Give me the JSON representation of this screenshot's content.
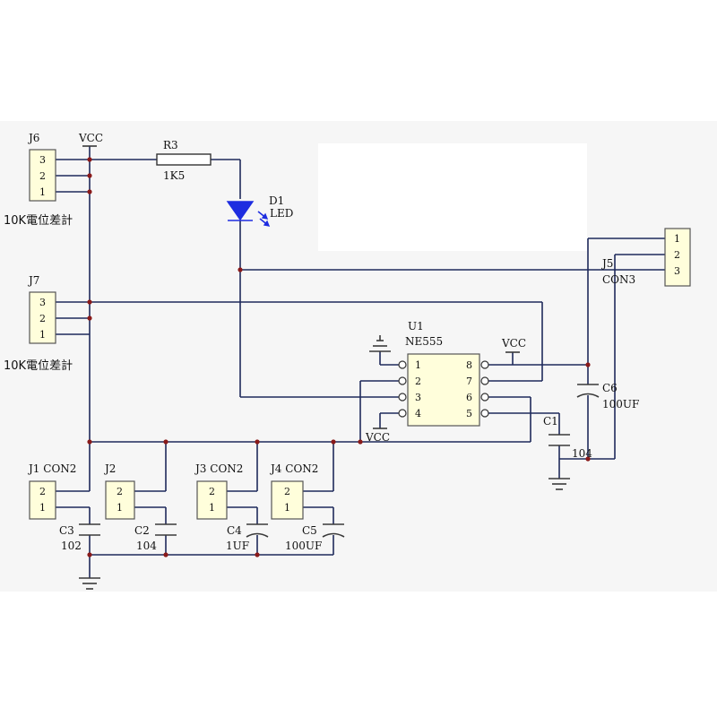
{
  "colors": {
    "wire": "#1f2a5c",
    "connector_fill": "#fffedb",
    "led": "#1e2de0",
    "junction": "#8a1a1a"
  },
  "power": {
    "vcc": "VCC"
  },
  "connectors": {
    "j6": {
      "ref": "J6",
      "pins": [
        "3",
        "2",
        "1"
      ],
      "desc": "10K電位差計"
    },
    "j7": {
      "ref": "J7",
      "pins": [
        "3",
        "2",
        "1"
      ],
      "desc": "10K電位差計"
    },
    "j5": {
      "ref": "J5",
      "value": "CON3",
      "pins": [
        "1",
        "2",
        "3"
      ]
    },
    "j1": {
      "ref": "J1 CON2",
      "pins": [
        "2",
        "1"
      ]
    },
    "j2": {
      "ref": "J2",
      "pins": [
        "2",
        "1"
      ]
    },
    "j3": {
      "ref": "J3 CON2",
      "pins": [
        "2",
        "1"
      ]
    },
    "j4": {
      "ref": "J4 CON2",
      "pins": [
        "2",
        "1"
      ]
    }
  },
  "resistor": {
    "ref": "R3",
    "value": "1K5"
  },
  "led": {
    "ref": "D1",
    "value": "LED"
  },
  "ic": {
    "ref": "U1",
    "value": "NE555",
    "left_pins": [
      "1",
      "2",
      "3",
      "4"
    ],
    "right_pins": [
      "8",
      "7",
      "6",
      "5"
    ]
  },
  "capacitors": {
    "c1": {
      "ref": "C1",
      "value": "104"
    },
    "c2": {
      "ref": "C2",
      "value": "104"
    },
    "c3": {
      "ref": "C3",
      "value": "102"
    },
    "c4": {
      "ref": "C4",
      "value": "1UF"
    },
    "c5": {
      "ref": "C5",
      "value": "100UF"
    },
    "c6": {
      "ref": "C6",
      "value": "100UF"
    }
  }
}
